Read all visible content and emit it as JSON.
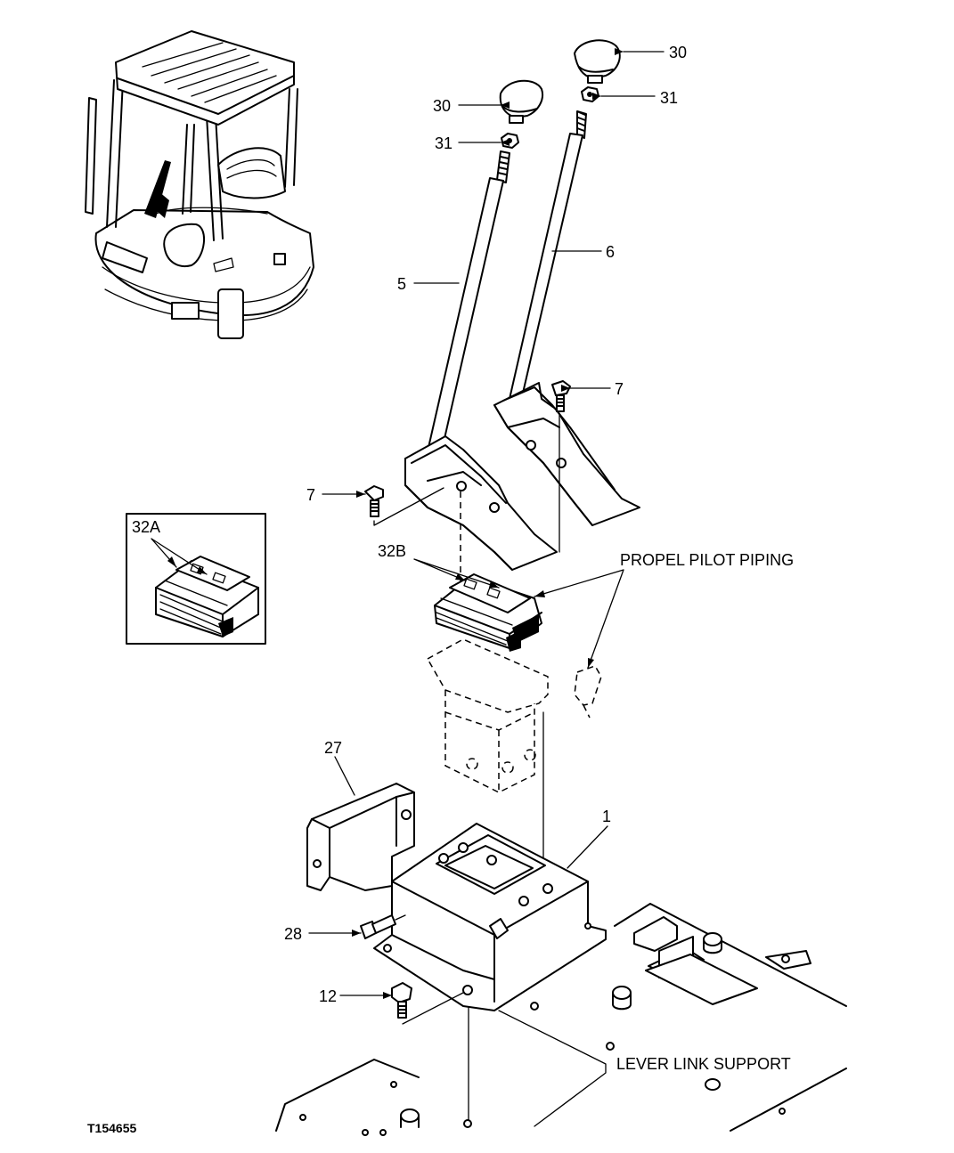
{
  "callouts": {
    "knob_upper": "30",
    "nut_upper": "31",
    "knob_lower": "30",
    "nut_lower": "31",
    "lever_right": "6",
    "lever_left": "5",
    "bolt_right": "7",
    "bolt_left": "7",
    "valve_inset": "32A",
    "valve_main": "32B",
    "bracket": "27",
    "stand": "1",
    "bolt_28": "28",
    "bolt_12": "12"
  },
  "notes": {
    "propel_pilot_piping": "PROPEL PILOT PIPING",
    "lever_link_support": "LEVER LINK SUPPORT"
  },
  "figure_id": "T154655"
}
